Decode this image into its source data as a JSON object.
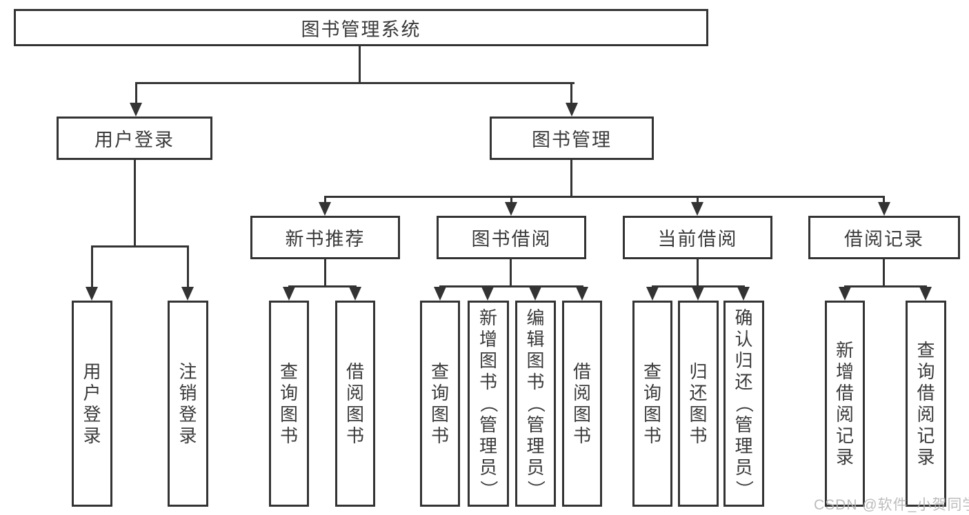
{
  "nodes": {
    "root": "图书管理系统",
    "user_login": "用户登录",
    "book_mgmt": "图书管理",
    "new_book_rec": "新书推荐",
    "book_borrow": "图书借阅",
    "current_borrow": "当前借阅",
    "borrow_record": "借阅记录",
    "leaf_user_login": "用户登录",
    "leaf_logout": "注销登录",
    "leaf_nb_query": "查询图书",
    "leaf_nb_borrow": "借阅图书",
    "leaf_bb_query": "查询图书",
    "leaf_bb_add": "新增图书（管理员）",
    "leaf_bb_edit": "编辑图书（管理员）",
    "leaf_bb_borrow": "借阅图书",
    "leaf_cb_query": "查询图书",
    "leaf_cb_return": "归还图书",
    "leaf_cb_confirm": "确认归还（管理员）",
    "leaf_br_add": "新增借阅记录",
    "leaf_br_query": "查询借阅记录"
  },
  "watermark": "CSDN @软件_小贺同学",
  "colors": {
    "line": "#333333",
    "text": "#3a3a3a",
    "watermark": "#b5b5b5",
    "background": "#ffffff"
  }
}
